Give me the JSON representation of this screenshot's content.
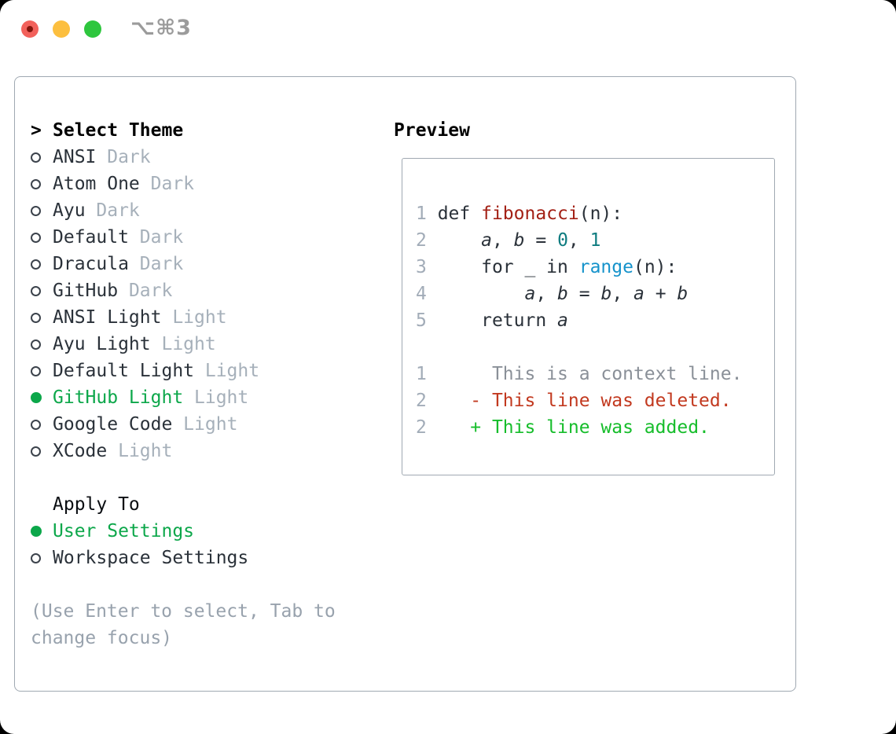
{
  "window": {
    "title": "⌥⌘3",
    "traffic_lights": [
      "close",
      "minimize",
      "zoom"
    ]
  },
  "theme_panel": {
    "header_prefix": ">",
    "header": "Select Theme",
    "themes": [
      {
        "name": "ANSI",
        "variant": "Dark",
        "selected": false
      },
      {
        "name": "Atom One",
        "variant": "Dark",
        "selected": false
      },
      {
        "name": "Ayu",
        "variant": "Dark",
        "selected": false
      },
      {
        "name": "Default",
        "variant": "Dark",
        "selected": false
      },
      {
        "name": "Dracula",
        "variant": "Dark",
        "selected": false
      },
      {
        "name": "GitHub",
        "variant": "Dark",
        "selected": false
      },
      {
        "name": "ANSI Light",
        "variant": "Light",
        "selected": false
      },
      {
        "name": "Ayu Light",
        "variant": "Light",
        "selected": false
      },
      {
        "name": "Default Light",
        "variant": "Light",
        "selected": false
      },
      {
        "name": "GitHub Light",
        "variant": "Light",
        "selected": true
      },
      {
        "name": "Google Code",
        "variant": "Light",
        "selected": false
      },
      {
        "name": "XCode",
        "variant": "Light",
        "selected": false
      }
    ],
    "apply_to": {
      "header": "Apply To",
      "options": [
        {
          "label": "User Settings",
          "selected": true
        },
        {
          "label": "Workspace Settings",
          "selected": false
        }
      ]
    },
    "hint_lines": [
      "(Use Enter to select, Tab to",
      "change focus)"
    ]
  },
  "preview": {
    "header": "Preview",
    "lines": [
      {
        "segments": [
          {
            "text": "1 ",
            "style": "linenum"
          },
          {
            "text": "def ",
            "style": "text"
          },
          {
            "text": "fibonacci",
            "style": "function"
          },
          {
            "text": "(n):",
            "style": "text"
          }
        ]
      },
      {
        "segments": [
          {
            "text": "2     ",
            "style": "linenum"
          },
          {
            "text": "a",
            "style": "variable"
          },
          {
            "text": ", ",
            "style": "text"
          },
          {
            "text": "b",
            "style": "variable"
          },
          {
            "text": " = ",
            "style": "text"
          },
          {
            "text": "0",
            "style": "number"
          },
          {
            "text": ", ",
            "style": "text"
          },
          {
            "text": "1",
            "style": "number"
          }
        ]
      },
      {
        "segments": [
          {
            "text": "3     ",
            "style": "linenum"
          },
          {
            "text": "for _ in ",
            "style": "text"
          },
          {
            "text": "range",
            "style": "call"
          },
          {
            "text": "(n):",
            "style": "text"
          }
        ]
      },
      {
        "segments": [
          {
            "text": "4         ",
            "style": "linenum"
          },
          {
            "text": "a",
            "style": "variable"
          },
          {
            "text": ", ",
            "style": "text"
          },
          {
            "text": "b",
            "style": "variable"
          },
          {
            "text": " = ",
            "style": "text"
          },
          {
            "text": "b",
            "style": "variable"
          },
          {
            "text": ", ",
            "style": "text"
          },
          {
            "text": "a",
            "style": "variable"
          },
          {
            "text": " + ",
            "style": "text"
          },
          {
            "text": "b",
            "style": "variable"
          }
        ]
      },
      {
        "segments": [
          {
            "text": "5     ",
            "style": "linenum"
          },
          {
            "text": "return ",
            "style": "text"
          },
          {
            "text": "a",
            "style": "variable"
          }
        ]
      },
      {
        "segments": []
      },
      {
        "segments": [
          {
            "text": "1      ",
            "style": "linenum"
          },
          {
            "text": "This is a context line.",
            "style": "context"
          }
        ]
      },
      {
        "segments": [
          {
            "text": "2    ",
            "style": "linenum"
          },
          {
            "text": "- This line was deleted.",
            "style": "deleted"
          }
        ]
      },
      {
        "segments": [
          {
            "text": "2    ",
            "style": "linenum"
          },
          {
            "text": "+ This line was added.",
            "style": "added"
          }
        ]
      }
    ]
  },
  "colors": {
    "selection_green": "#0ca74a",
    "added_green": "#16bd2b",
    "deleted_red": "#c2391f",
    "function_red": "#a32015",
    "number_teal": "#0e7c80",
    "call_blue": "#1693cb",
    "linenum_gray": "#a2acb8",
    "variant_gray": "#a6b0ba",
    "hint_gray": "#98a2ad",
    "text_dark": "#2a3139",
    "border_gray": "#a0a9b2",
    "traffic_red": "#f2615b",
    "traffic_yellow": "#fcbf3f",
    "traffic_green": "#2ec63e"
  }
}
